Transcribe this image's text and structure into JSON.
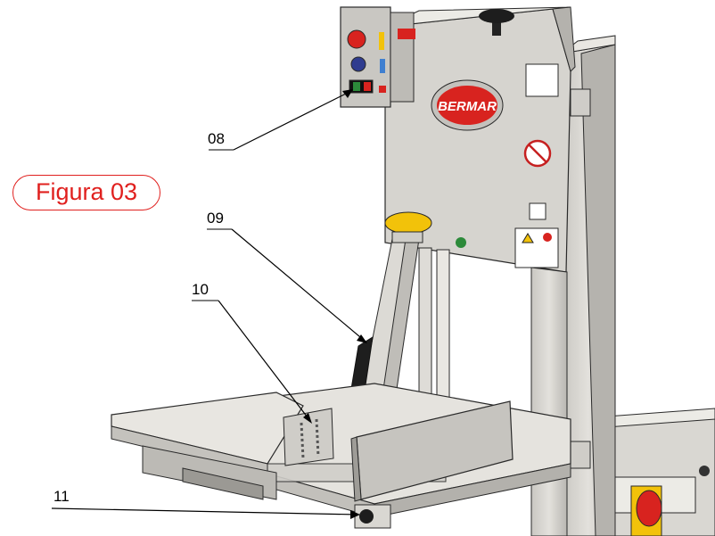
{
  "figure_label": "Figura 03",
  "brand_text": "BERMAR",
  "callouts": [
    {
      "number": "08",
      "part": "control-panel"
    },
    {
      "number": "09",
      "part": "blade-guide-handle"
    },
    {
      "number": "10",
      "part": "pusher-plate"
    },
    {
      "number": "11",
      "part": "table-lock-knob"
    }
  ],
  "colors": {
    "accent_red": "#e0201e",
    "steel": "#d4d2cd",
    "steel_dark": "#9b9994",
    "outline": "#2a2a2a"
  }
}
